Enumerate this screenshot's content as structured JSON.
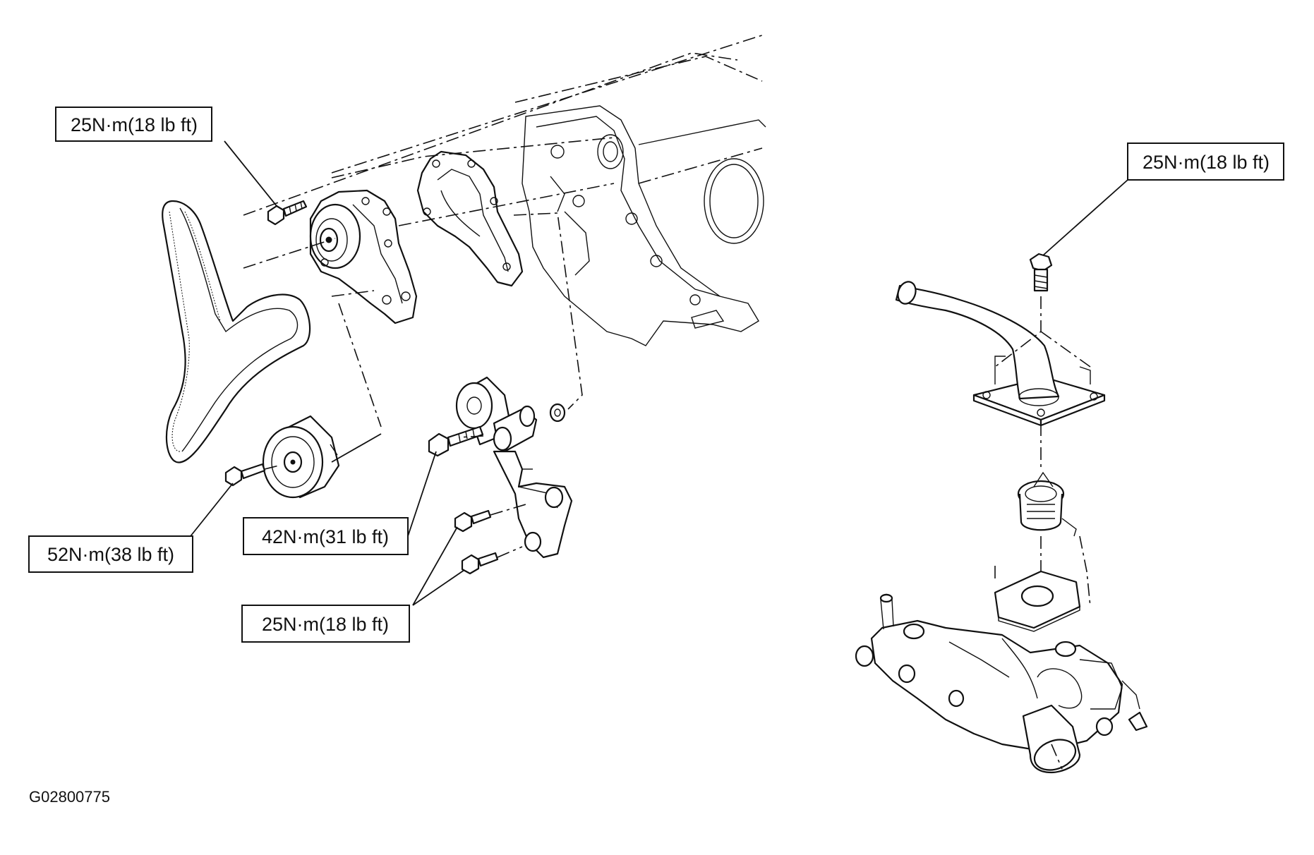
{
  "callouts": {
    "water_pump_bolt": "25N·m(18 lb ft)",
    "thermostat_housing_bolt": "25N·m(18 lb ft)",
    "idler_pulley_bolt": "52N·m(38 lb ft)",
    "tensioner_pulley_bolt": "42N·m(31 lb ft)",
    "tensioner_bolts": "25N·m(18 lb ft)"
  },
  "figure_id": "G02800775",
  "colors": {
    "line": "#111111",
    "background": "#ffffff"
  }
}
